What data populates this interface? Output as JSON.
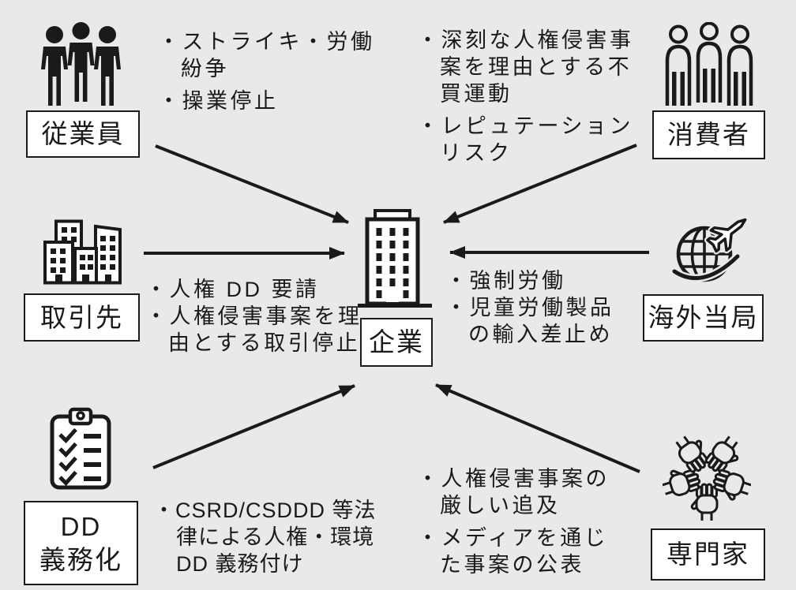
{
  "colors": {
    "background": "#e8e9ea",
    "ink": "#1a1a1a",
    "box_background": "#ffffff"
  },
  "center": {
    "label": "企業",
    "icon": "office-building-icon"
  },
  "stakeholders": [
    {
      "id": "employees",
      "label": "従業員",
      "icon": "people-group-filled-icon",
      "notes": [
        "・ストライキ・労働",
        "紛争",
        "・操業停止"
      ]
    },
    {
      "id": "consumers",
      "label": "消費者",
      "icon": "people-group-outline-icon",
      "notes": [
        "・深刻な人権侵害事",
        "案を理由とする不",
        "買運動",
        "・レピュテーション",
        "リスク"
      ]
    },
    {
      "id": "business-partners",
      "label": "取引先",
      "icon": "city-buildings-icon",
      "notes": [
        "・人権 DD 要請",
        "・人権侵害事案を理",
        "由とする取引停止"
      ]
    },
    {
      "id": "overseas-authorities",
      "label": "海外当局",
      "icon": "globe-airplane-icon",
      "notes": [
        "・強制労働",
        "・児童労働製品",
        "の輸入差止め"
      ]
    },
    {
      "id": "dd-mandate",
      "label_lines": [
        "DD",
        "義務化"
      ],
      "icon": "clipboard-checklist-icon",
      "notes": [
        "・CSRD/CSDDD 等法",
        "律による人権・環境",
        "DD 義務付け"
      ]
    },
    {
      "id": "experts",
      "label": "専門家",
      "icon": "hands-circle-icon",
      "notes": [
        "・人権侵害事案の",
        "厳しい追及",
        "・メディアを通じ",
        "た事案の公表"
      ]
    }
  ],
  "connections": [
    {
      "from": "従業員",
      "to": "企業"
    },
    {
      "from": "消費者",
      "to": "企業"
    },
    {
      "from": "取引先",
      "to": "企業"
    },
    {
      "from": "海外当局",
      "to": "企業"
    },
    {
      "from": "DD義務化",
      "to": "企業"
    },
    {
      "from": "専門家",
      "to": "企業"
    }
  ]
}
